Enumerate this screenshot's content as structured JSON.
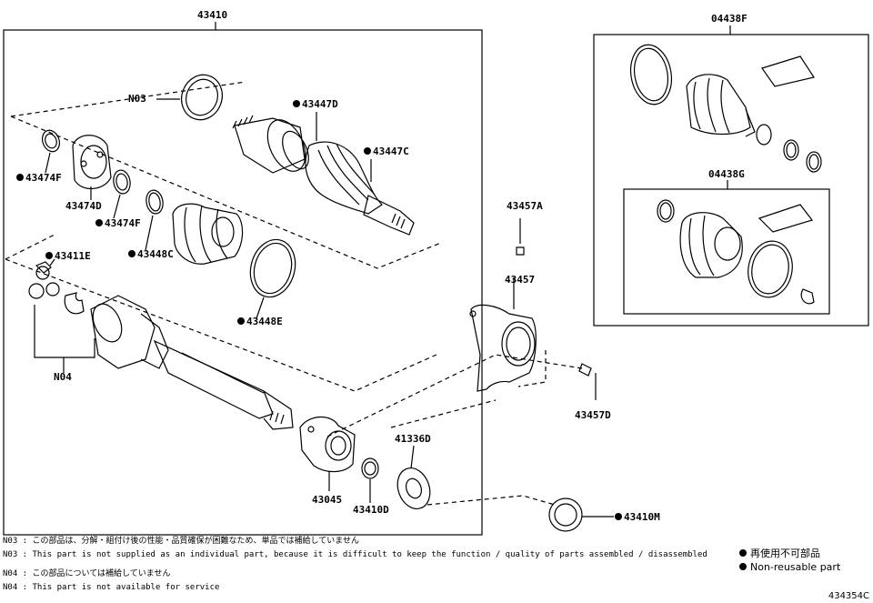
{
  "diagram": {
    "main_assembly": "43410",
    "boot_kit_outer": "04438F",
    "boot_kit_inner": "04438G",
    "bearing_bracket": "43457",
    "bracket_bolt_a": "43457A",
    "bracket_bolt_d": "43457D",
    "n03": "N03",
    "n04": "N04",
    "p43447D": "43447D",
    "p43447C": "43447C",
    "p43474F_a": "43474F",
    "p43474D": "43474D",
    "p43474F_b": "43474F",
    "p43448C": "43448C",
    "p43411E": "43411E",
    "p43448E": "43448E",
    "p43045": "43045",
    "p43410D": "43410D",
    "p41336D": "41336D",
    "p43410M": "43410M"
  },
  "notes": {
    "n03_ja": "N03 : この部品は、分解・組付け後の性能・品質確保が困難なため、単品では補給していません",
    "n03_en": "N03 : This part is not supplied as an individual part, because it is difficult to keep the function / quality of parts  assembled / disassembled",
    "n04_ja": "N04 : この部品については補給していません",
    "n04_en": "N04 : This part is not available for service"
  },
  "legend": {
    "ja": "再使用不可部品",
    "en": "Non-reusable part",
    "dot_color": "#000000"
  },
  "reference": "434354C"
}
